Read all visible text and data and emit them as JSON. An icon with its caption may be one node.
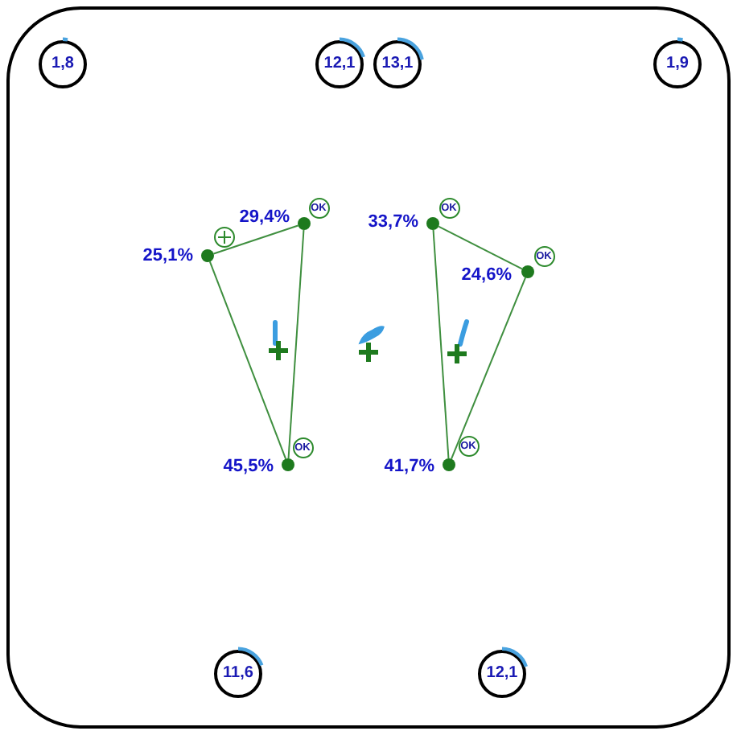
{
  "diagram": {
    "nodes": [
      {
        "text": [
          "1,8"
        ]
      },
      {
        "text": [
          "12,1"
        ]
      },
      {
        "text": [
          "13,1"
        ]
      },
      {
        "text": [
          "1,9"
        ]
      },
      {
        "text": [],
        "shape": "circle"
      },
      {
        "text": [],
        "shape": "dot",
        "beside": [
          "25,1%"
        ]
      },
      {
        "text": [],
        "shape": "dot",
        "beside": [
          "29,4%"
        ]
      },
      {
        "text": [
          "OK"
        ]
      },
      {
        "text": [],
        "shape": "dot",
        "beside": [
          "45,5%"
        ]
      },
      {
        "text": [
          "OK"
        ]
      },
      {
        "text": [],
        "shape": "dot",
        "beside": [
          "33,7%"
        ]
      },
      {
        "text": [
          "OK"
        ]
      },
      {
        "text": [],
        "shape": "dot",
        "beside": [
          "24,6%"
        ]
      },
      {
        "text": [
          "OK"
        ]
      },
      {
        "text": [],
        "shape": "dot",
        "beside": [
          "41,7%"
        ]
      },
      {
        "text": [
          "OK"
        ]
      },
      {
        "text": [
          "11,6"
        ]
      },
      {
        "text": [
          "12,1"
        ]
      }
    ],
    "edges": [
      {
        "from": 5,
        "to": 6,
        "arrow": "none"
      },
      {
        "from": 6,
        "to": 8,
        "arrow": "none"
      },
      {
        "from": 5,
        "to": 8,
        "arrow": "none"
      },
      {
        "from": 10,
        "to": 12,
        "arrow": "none"
      },
      {
        "from": 12,
        "to": 14,
        "arrow": "none"
      },
      {
        "from": 10,
        "to": 14,
        "arrow": "none"
      }
    ]
  }
}
